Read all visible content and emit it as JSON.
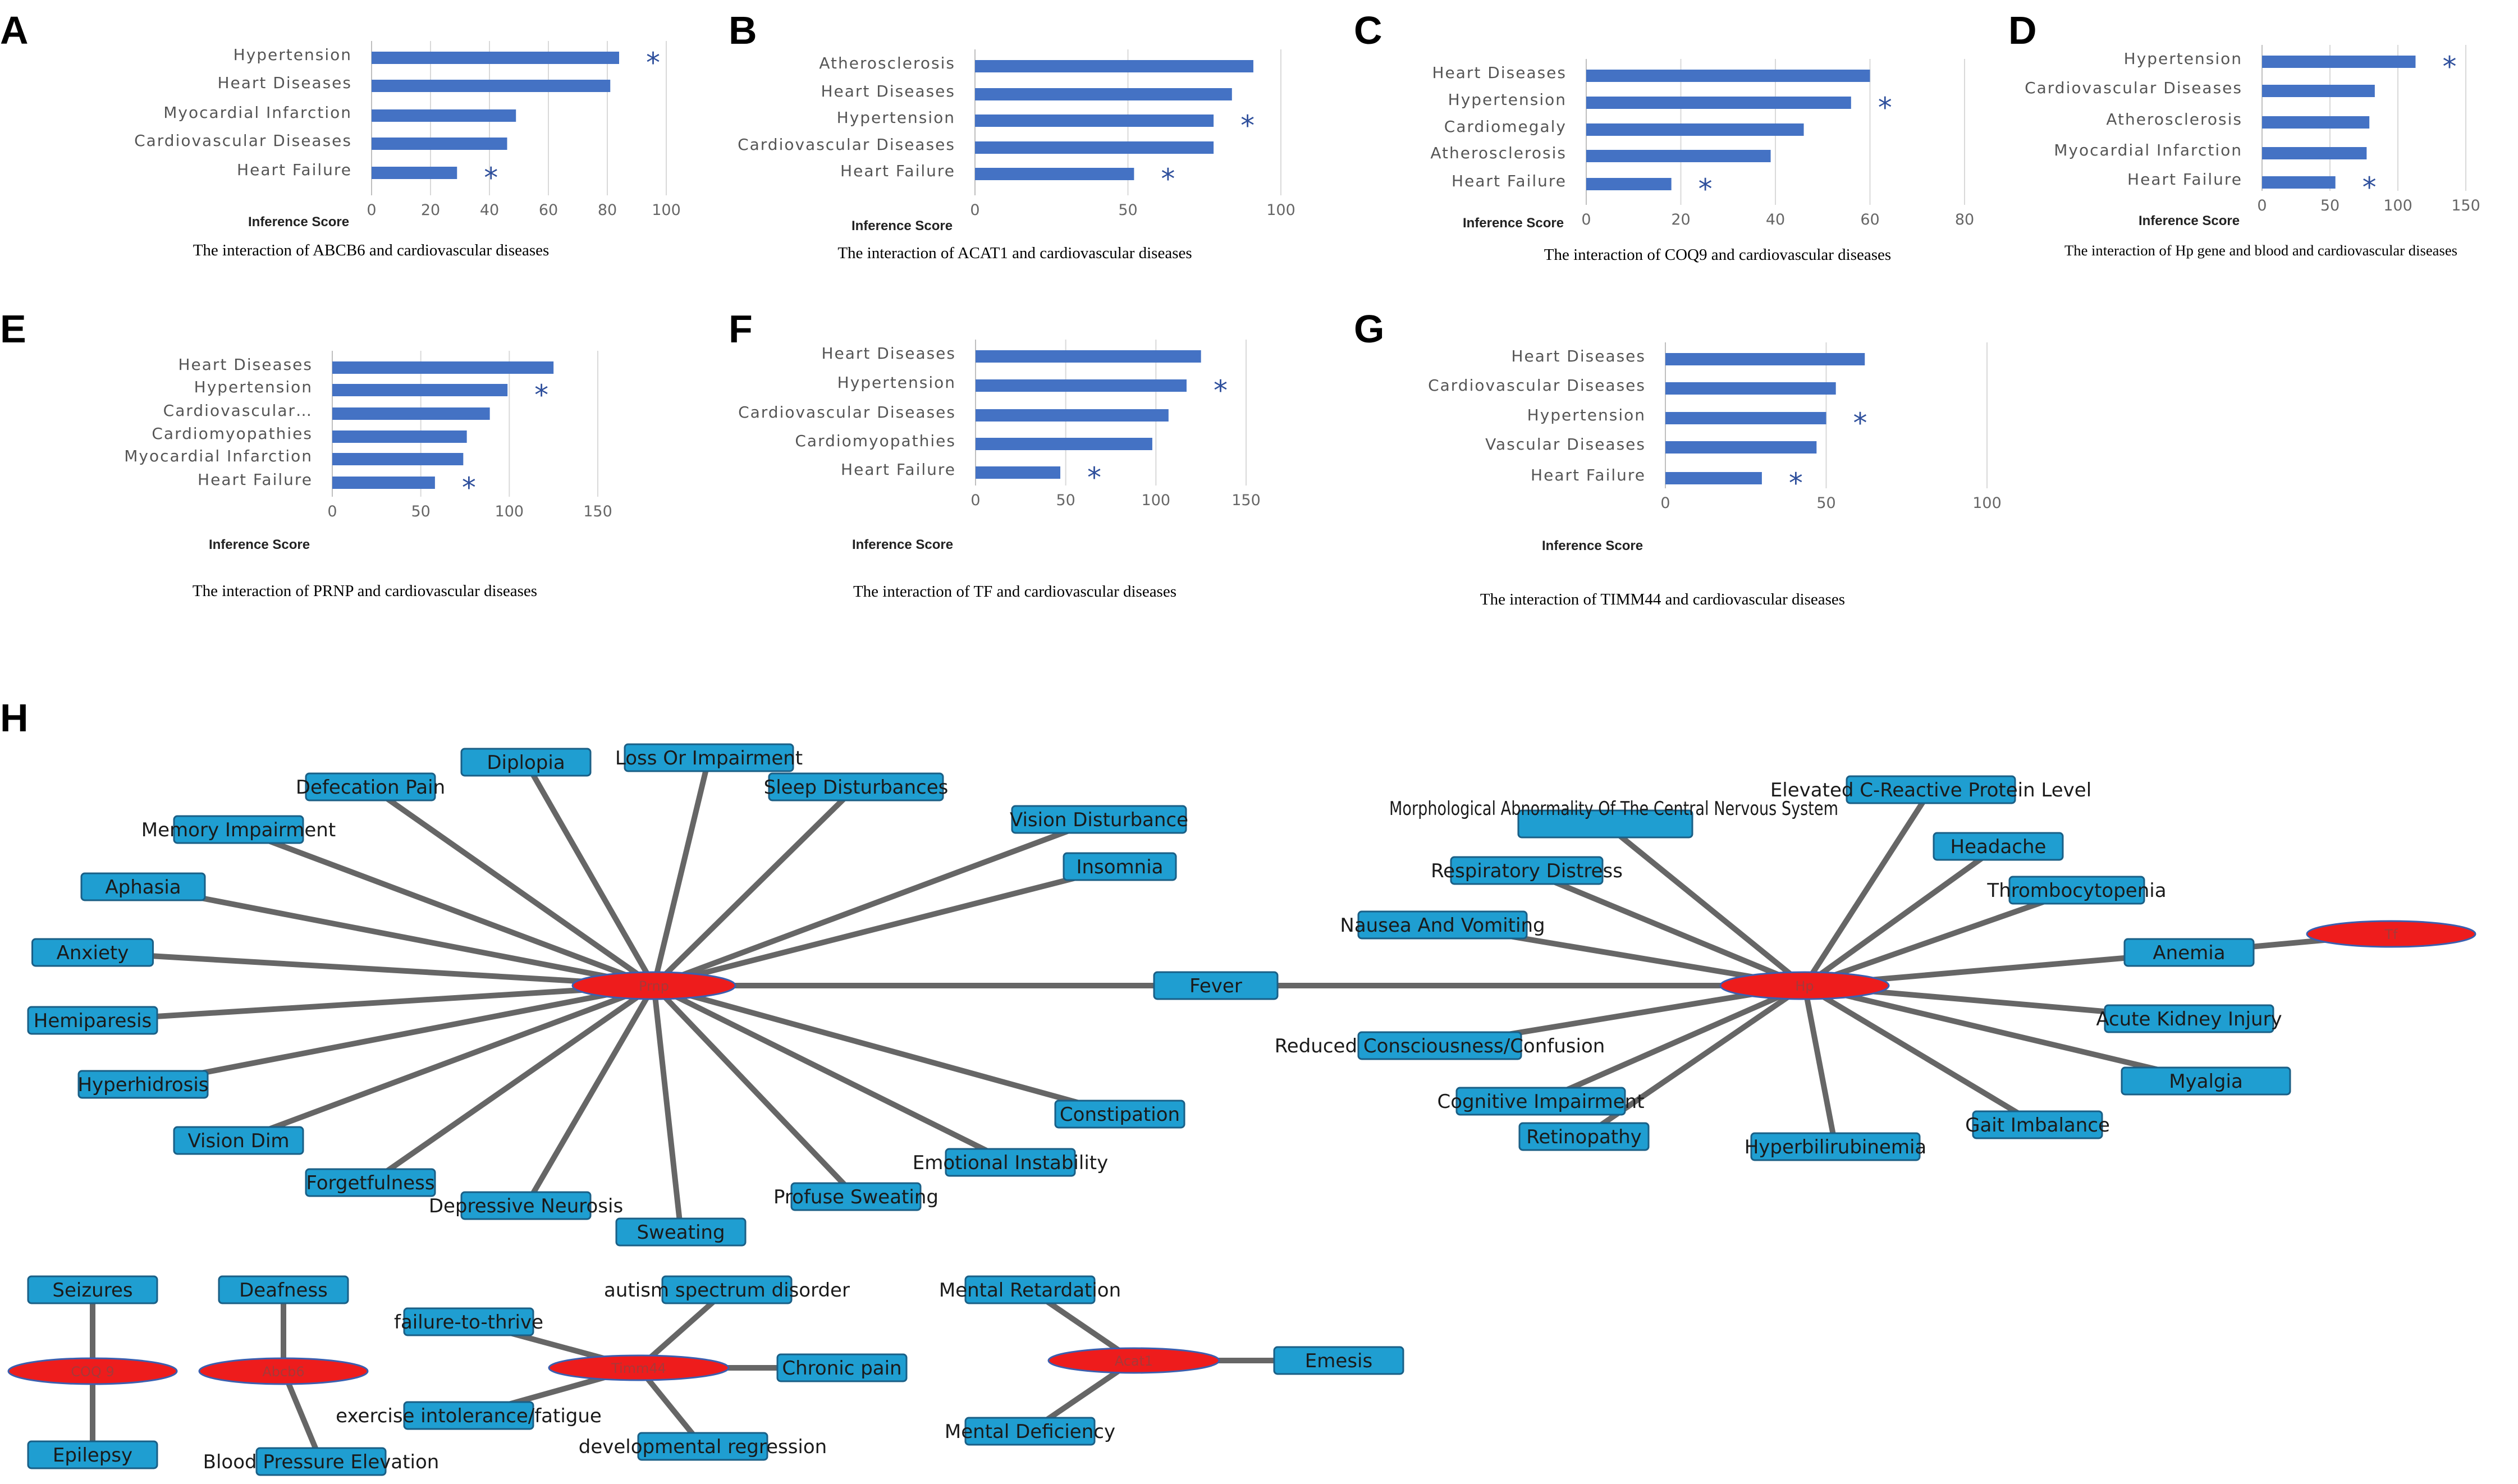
{
  "chart_data": [
    {
      "type": "bar",
      "orientation": "horizontal",
      "panel": "A",
      "categories": [
        "Hypertension",
        "Heart Diseases",
        "Myocardial Infarction",
        "Cardiovascular Diseases",
        "Heart Failure"
      ],
      "values": [
        84,
        81,
        49,
        46,
        29
      ],
      "starred": [
        true,
        false,
        false,
        false,
        true
      ],
      "xticks": [
        0,
        20,
        40,
        60,
        80,
        100
      ],
      "xlim": [
        0,
        100
      ],
      "xlabel": "Inference Score",
      "caption": "The interaction of ABCB6 and cardiovascular diseases"
    },
    {
      "type": "bar",
      "orientation": "horizontal",
      "panel": "B",
      "categories": [
        "Atherosclerosis",
        "Heart Diseases",
        "Hypertension",
        "Cardiovascular Diseases",
        "Heart Failure"
      ],
      "values": [
        91,
        84,
        78,
        78,
        52
      ],
      "starred": [
        false,
        false,
        true,
        false,
        true
      ],
      "xticks": [
        0,
        50,
        100
      ],
      "xlim": [
        0,
        100
      ],
      "xlabel": "Inference Score",
      "caption": "The interaction of ACAT1 and cardiovascular diseases"
    },
    {
      "type": "bar",
      "orientation": "horizontal",
      "panel": "C",
      "categories": [
        "Heart Diseases",
        "Hypertension",
        "Cardiomegaly",
        "Atherosclerosis",
        "Heart Failure"
      ],
      "values": [
        60,
        56,
        46,
        39,
        18
      ],
      "starred": [
        false,
        true,
        false,
        false,
        true
      ],
      "xticks": [
        0,
        20,
        40,
        60,
        80
      ],
      "xlim": [
        0,
        80
      ],
      "xlabel": "Inference Score",
      "caption": "The interaction of COQ9 and cardiovascular diseases"
    },
    {
      "type": "bar",
      "orientation": "horizontal",
      "panel": "D",
      "categories": [
        "Hypertension",
        "Cardiovascular Diseases",
        "Atherosclerosis",
        "Myocardial Infarction",
        "Heart Failure"
      ],
      "values": [
        113,
        83,
        79,
        77,
        54
      ],
      "starred": [
        true,
        false,
        false,
        false,
        true
      ],
      "xticks": [
        0,
        50,
        100,
        150
      ],
      "xlim": [
        0,
        150
      ],
      "xlabel": "Inference Score",
      "caption": "The interaction of Hp gene and blood and cardiovascular diseases"
    },
    {
      "type": "bar",
      "orientation": "horizontal",
      "panel": "E",
      "categories": [
        "Heart Diseases",
        "Hypertension",
        "Cardiovascular…",
        "Cardiomyopathies",
        "Myocardial Infarction",
        "Heart Failure"
      ],
      "values": [
        125,
        99,
        89,
        76,
        74,
        58
      ],
      "starred": [
        false,
        true,
        false,
        false,
        false,
        true
      ],
      "xticks": [
        0,
        50,
        100,
        150
      ],
      "xlim": [
        0,
        150
      ],
      "xlabel": "Inference Score",
      "caption": "The interaction of PRNP and cardiovascular diseases"
    },
    {
      "type": "bar",
      "orientation": "horizontal",
      "panel": "F",
      "categories": [
        "Heart Diseases",
        "Hypertension",
        "Cardiovascular Diseases",
        "Cardiomyopathies",
        "Heart Failure"
      ],
      "values": [
        125,
        117,
        107,
        98,
        47
      ],
      "starred": [
        false,
        true,
        false,
        false,
        true
      ],
      "xticks": [
        0,
        50,
        100,
        150
      ],
      "xlim": [
        0,
        150
      ],
      "xlabel": "Inference Score",
      "caption": "The interaction of TF and cardiovascular diseases"
    },
    {
      "type": "bar",
      "orientation": "horizontal",
      "panel": "G",
      "categories": [
        "Heart Diseases",
        "Cardiovascular Diseases",
        "Hypertension",
        "Vascular Diseases",
        "Heart Failure"
      ],
      "values": [
        62,
        53,
        50,
        47,
        30
      ],
      "starred": [
        false,
        false,
        true,
        false,
        true
      ],
      "xticks": [
        0,
        50,
        100
      ],
      "xlim": [
        0,
        100
      ],
      "xlabel": "Inference Score",
      "caption": "The interaction of TIMM44 and cardiovascular diseases"
    }
  ],
  "network": {
    "panel": "H",
    "genes": [
      {
        "id": "prnp",
        "label": "Prnp"
      },
      {
        "id": "hp",
        "label": "Hp"
      },
      {
        "id": "tf",
        "label": "Tf"
      },
      {
        "id": "coq9",
        "label": "COQ 9"
      },
      {
        "id": "abcb6",
        "label": "Abcb6"
      },
      {
        "id": "timm44",
        "label": "Timm44"
      },
      {
        "id": "acat1",
        "label": "Acat1"
      }
    ],
    "terms": [
      {
        "id": "t1",
        "label": "Diplopia"
      },
      {
        "id": "t2",
        "label": "Loss Or Impairment"
      },
      {
        "id": "t3",
        "label": "Defecation Pain"
      },
      {
        "id": "t4",
        "label": "Sleep Disturbances"
      },
      {
        "id": "t5",
        "label": "Memory Impairment"
      },
      {
        "id": "t6",
        "label": "Vision Disturbance"
      },
      {
        "id": "t7",
        "label": "Insomnia"
      },
      {
        "id": "t8",
        "label": "Aphasia"
      },
      {
        "id": "t9",
        "label": "Anxiety"
      },
      {
        "id": "t10",
        "label": "Hemiparesis"
      },
      {
        "id": "t11",
        "label": "Hyperhidrosis"
      },
      {
        "id": "t12",
        "label": "Vision Dim"
      },
      {
        "id": "t13",
        "label": "Forgetfulness"
      },
      {
        "id": "t14",
        "label": "Depressive Neurosis"
      },
      {
        "id": "t15",
        "label": "Sweating"
      },
      {
        "id": "t16",
        "label": "Profuse Sweating"
      },
      {
        "id": "t17",
        "label": "Emotional Instability"
      },
      {
        "id": "t18",
        "label": "Constipation"
      },
      {
        "id": "t19",
        "label": "Fever"
      },
      {
        "id": "t20",
        "label": "Elevated C-Reactive Protein Level"
      },
      {
        "id": "t21",
        "label": "Morphological Abnormality Of The Central Nervous System"
      },
      {
        "id": "t22",
        "label": "Headache"
      },
      {
        "id": "t23",
        "label": "Respiratory Distress"
      },
      {
        "id": "t24",
        "label": "Thrombocytopenia"
      },
      {
        "id": "t25",
        "label": "Nausea And Vomiting"
      },
      {
        "id": "t26",
        "label": "Anemia"
      },
      {
        "id": "t27",
        "label": "Acute Kidney Injury"
      },
      {
        "id": "t28",
        "label": "Reduced Consciousness/Confusion"
      },
      {
        "id": "t29",
        "label": "Myalgia"
      },
      {
        "id": "t30",
        "label": "Cognitive Impairment"
      },
      {
        "id": "t31",
        "label": "Gait Imbalance"
      },
      {
        "id": "t32",
        "label": "Retinopathy"
      },
      {
        "id": "t33",
        "label": "Hyperbilirubinemia"
      },
      {
        "id": "t34",
        "label": "Seizures"
      },
      {
        "id": "t35",
        "label": "Epilepsy"
      },
      {
        "id": "t36",
        "label": "Deafness"
      },
      {
        "id": "t37",
        "label": "Blood Pressure Elevation"
      },
      {
        "id": "t38",
        "label": "autism spectrum disorder"
      },
      {
        "id": "t39",
        "label": "failure-to-thrive"
      },
      {
        "id": "t40",
        "label": "Chronic pain"
      },
      {
        "id": "t41",
        "label": "exercise intolerance/fatigue"
      },
      {
        "id": "t42",
        "label": "developmental regression"
      },
      {
        "id": "t43",
        "label": "Mental Retardation"
      },
      {
        "id": "t44",
        "label": "Emesis"
      },
      {
        "id": "t45",
        "label": "Mental Deficiency"
      }
    ],
    "edges": [
      [
        "prnp",
        "t1"
      ],
      [
        "prnp",
        "t2"
      ],
      [
        "prnp",
        "t3"
      ],
      [
        "prnp",
        "t4"
      ],
      [
        "prnp",
        "t5"
      ],
      [
        "prnp",
        "t6"
      ],
      [
        "prnp",
        "t7"
      ],
      [
        "prnp",
        "t8"
      ],
      [
        "prnp",
        "t9"
      ],
      [
        "prnp",
        "t10"
      ],
      [
        "prnp",
        "t11"
      ],
      [
        "prnp",
        "t12"
      ],
      [
        "prnp",
        "t13"
      ],
      [
        "prnp",
        "t14"
      ],
      [
        "prnp",
        "t15"
      ],
      [
        "prnp",
        "t16"
      ],
      [
        "prnp",
        "t17"
      ],
      [
        "prnp",
        "t18"
      ],
      [
        "prnp",
        "t19"
      ],
      [
        "hp",
        "t19"
      ],
      [
        "hp",
        "t20"
      ],
      [
        "hp",
        "t21"
      ],
      [
        "hp",
        "t22"
      ],
      [
        "hp",
        "t23"
      ],
      [
        "hp",
        "t24"
      ],
      [
        "hp",
        "t25"
      ],
      [
        "hp",
        "t26"
      ],
      [
        "hp",
        "t27"
      ],
      [
        "hp",
        "t28"
      ],
      [
        "hp",
        "t29"
      ],
      [
        "hp",
        "t30"
      ],
      [
        "hp",
        "t31"
      ],
      [
        "hp",
        "t32"
      ],
      [
        "hp",
        "t33"
      ],
      [
        "tf",
        "t26"
      ],
      [
        "coq9",
        "t34"
      ],
      [
        "coq9",
        "t35"
      ],
      [
        "abcb6",
        "t36"
      ],
      [
        "abcb6",
        "t37"
      ],
      [
        "timm44",
        "t38"
      ],
      [
        "timm44",
        "t39"
      ],
      [
        "timm44",
        "t40"
      ],
      [
        "timm44",
        "t41"
      ],
      [
        "timm44",
        "t42"
      ],
      [
        "acat1",
        "t43"
      ],
      [
        "acat1",
        "t44"
      ],
      [
        "acat1",
        "t45"
      ]
    ]
  }
}
